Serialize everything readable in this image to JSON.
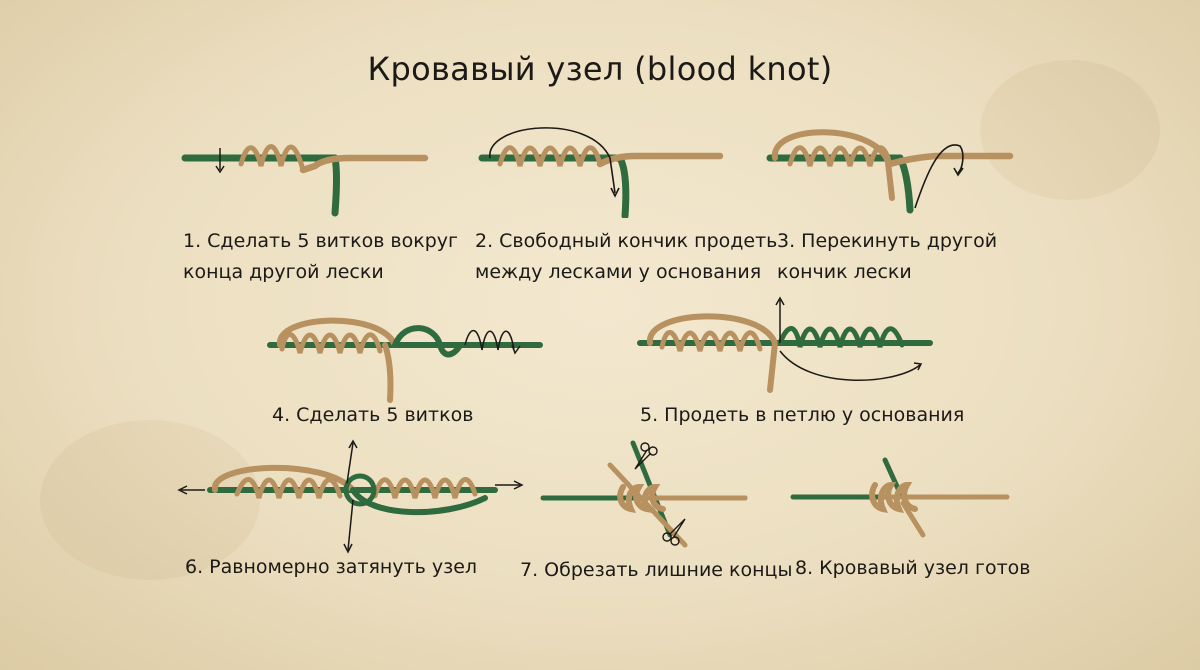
{
  "title": "Кровавый узел (blood knot)",
  "colors": {
    "green_line": "#2f6b3e",
    "tan_line": "#b7915f",
    "ink": "#1c1a16",
    "paper": "#f0e4c8"
  },
  "steps": [
    {
      "label_lines": [
        "1. Сделать 5 витков вокруг",
        "конца другой лески"
      ]
    },
    {
      "label_lines": [
        "2. Свободный кончик продеть",
        "между лесками у основания"
      ]
    },
    {
      "label_lines": [
        "3. Перекинуть другой",
        "кончик лески"
      ]
    },
    {
      "label_lines": [
        "4. Сделать 5 витков"
      ]
    },
    {
      "label_lines": [
        "5. Продеть в петлю у основания"
      ]
    },
    {
      "label_lines": [
        "6. Равномерно затянуть узел"
      ]
    },
    {
      "label_lines": [
        "7. Обрезать лишние концы"
      ]
    },
    {
      "label_lines": [
        "8. Кровавый узел готов"
      ]
    }
  ],
  "icons": {
    "arrow": "arrow-icon",
    "scissors": "scissors-icon"
  }
}
